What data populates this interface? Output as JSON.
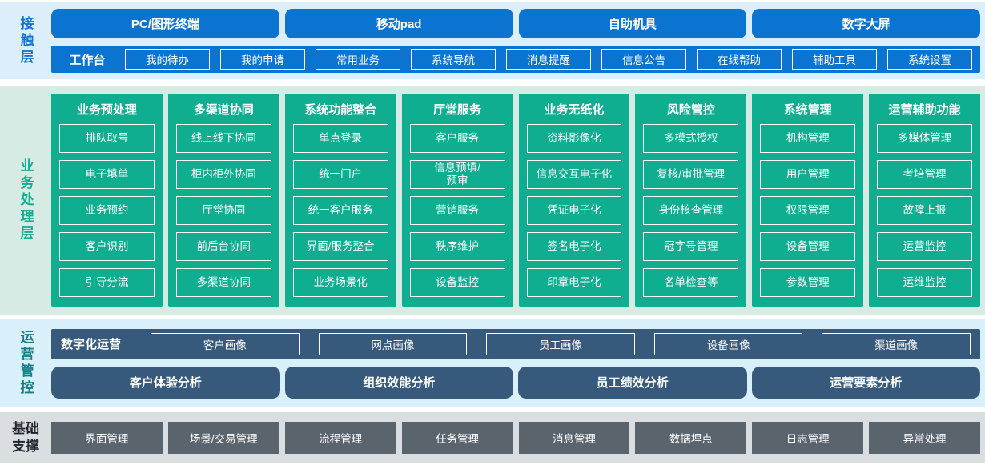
{
  "colors": {
    "blue": "#0b74d1",
    "teal_green": "#0fae91",
    "slate_blue": "#36597c",
    "dark_gray": "#5a646d",
    "band_light_blue": "#ddeefb",
    "band_light_green": "#d6ebe3",
    "band_light_blue2": "#d9effa",
    "band_light_gray": "#dbdee1"
  },
  "contact_layer": {
    "label": "接触层",
    "terminals": [
      "PC/图形终端",
      "移动pad",
      "自助机具",
      "数字大屏"
    ],
    "workbench": {
      "label": "工作台",
      "items": [
        "我的待办",
        "我的申请",
        "常用业务",
        "系统导航",
        "消息提醒",
        "信息公告",
        "在线帮助",
        "辅助工具",
        "系统设置"
      ]
    }
  },
  "business_layer": {
    "label": "业务处理层",
    "columns": [
      {
        "title": "业务预处理",
        "items": [
          "排队取号",
          "电子填单",
          "业务预约",
          "客户识别",
          "引导分流"
        ]
      },
      {
        "title": "多渠道协同",
        "items": [
          "线上线下协同",
          "柜内柜外协同",
          "厅堂协同",
          "前后台协同",
          "多渠道协同"
        ]
      },
      {
        "title": "系统功能整合",
        "items": [
          "单点登录",
          "统一门户",
          "统一客户服务",
          "界面/服务整合",
          "业务场景化"
        ]
      },
      {
        "title": "厅堂服务",
        "items": [
          "客户服务",
          "信息预填/\n预审",
          "营销服务",
          "秩序维护",
          "设备监控"
        ]
      },
      {
        "title": "业务无纸化",
        "items": [
          "资料影像化",
          "信息交互电子化",
          "凭证电子化",
          "签名电子化",
          "印章电子化"
        ]
      },
      {
        "title": "风险管控",
        "items": [
          "多模式授权",
          "复核/审批管理",
          "身份核查管理",
          "冠字号管理",
          "名单检查等"
        ]
      },
      {
        "title": "系统管理",
        "items": [
          "机构管理",
          "用户管理",
          "权限管理",
          "设备管理",
          "参数管理"
        ]
      },
      {
        "title": "运营辅助功能",
        "items": [
          "多媒体管理",
          "考培管理",
          "故障上报",
          "运营监控",
          "运维监控"
        ]
      }
    ]
  },
  "operation_layer": {
    "label": "运营管控",
    "digital_ops": {
      "label": "数字化运营",
      "items": [
        "客户画像",
        "网点画像",
        "员工画像",
        "设备画像",
        "渠道画像"
      ]
    },
    "analysis": [
      "客户体验分析",
      "组织效能分析",
      "员工绩效分析",
      "运营要素分析"
    ]
  },
  "foundation_layer": {
    "label": "基础支撑",
    "items": [
      "界面管理",
      "场景/交易管理",
      "流程管理",
      "任务管理",
      "消息管理",
      "数据埋点",
      "日志管理",
      "异常处理"
    ]
  }
}
